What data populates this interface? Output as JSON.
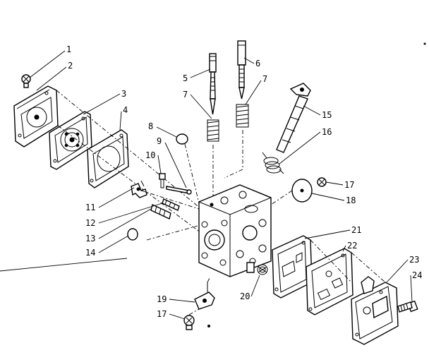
{
  "callouts": [
    {
      "id": "1",
      "label": "1"
    },
    {
      "id": "2",
      "label": "2"
    },
    {
      "id": "3",
      "label": "3"
    },
    {
      "id": "4",
      "label": "4"
    },
    {
      "id": "5",
      "label": "5"
    },
    {
      "id": "6",
      "label": "6"
    },
    {
      "id": "7a",
      "label": "7"
    },
    {
      "id": "7b",
      "label": "7"
    },
    {
      "id": "8",
      "label": "8"
    },
    {
      "id": "9",
      "label": "9"
    },
    {
      "id": "10",
      "label": "10"
    },
    {
      "id": "11",
      "label": "11"
    },
    {
      "id": "12",
      "label": "12"
    },
    {
      "id": "13",
      "label": "13"
    },
    {
      "id": "14",
      "label": "14"
    },
    {
      "id": "15",
      "label": "15"
    },
    {
      "id": "16",
      "label": "16"
    },
    {
      "id": "17a",
      "label": "17"
    },
    {
      "id": "18",
      "label": "18"
    },
    {
      "id": "19",
      "label": "19"
    },
    {
      "id": "20",
      "label": "20"
    },
    {
      "id": "21",
      "label": "21"
    },
    {
      "id": "22",
      "label": "22"
    },
    {
      "id": "23",
      "label": "23"
    },
    {
      "id": "24",
      "label": "24"
    },
    {
      "id": "17b",
      "label": "17"
    }
  ]
}
